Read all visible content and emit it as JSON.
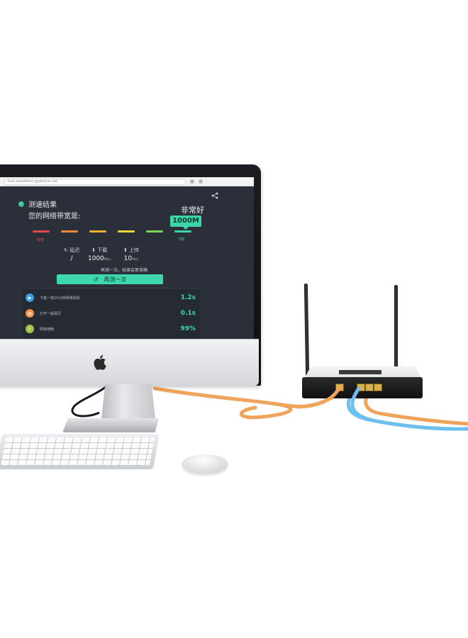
{
  "browser": {
    "url": "tool.speedtest.ggdevice.net"
  },
  "app": {
    "result_title": "测速结果",
    "bandwidth_label": "您的网络带宽是:",
    "grade": "非常好",
    "grade_badge": "1000M",
    "scale_low": "较慢",
    "scale_high": "飞快",
    "metrics": [
      {
        "icon": "latency-icon",
        "label": "延迟",
        "value": "/",
        "unit": ""
      },
      {
        "icon": "download-icon",
        "label": "下载",
        "value": "1000",
        "unit": "Mb/s"
      },
      {
        "icon": "upload-icon",
        "label": "上传",
        "value": "10",
        "unit": "Mb/s"
      }
    ],
    "tip": "再测一次，结果会更准确",
    "retest_button": "再测一次",
    "details": [
      {
        "icon": "video-icon",
        "color": "#3a9ee6",
        "label": "下载一部10分钟网络视频",
        "value": "1.2s"
      },
      {
        "icon": "web-icon",
        "color": "#f0934c",
        "label": "打开一般网页",
        "value": "0.1s"
      },
      {
        "icon": "game-icon",
        "color": "#a3c64a",
        "label": "网游通畅",
        "value": "99%"
      }
    ]
  },
  "colors": {
    "accent": "#3cd6a8",
    "screen_bg": "#2b2f3a",
    "cable_orange": "#f0a050",
    "cable_blue": "#5fb6ea"
  }
}
